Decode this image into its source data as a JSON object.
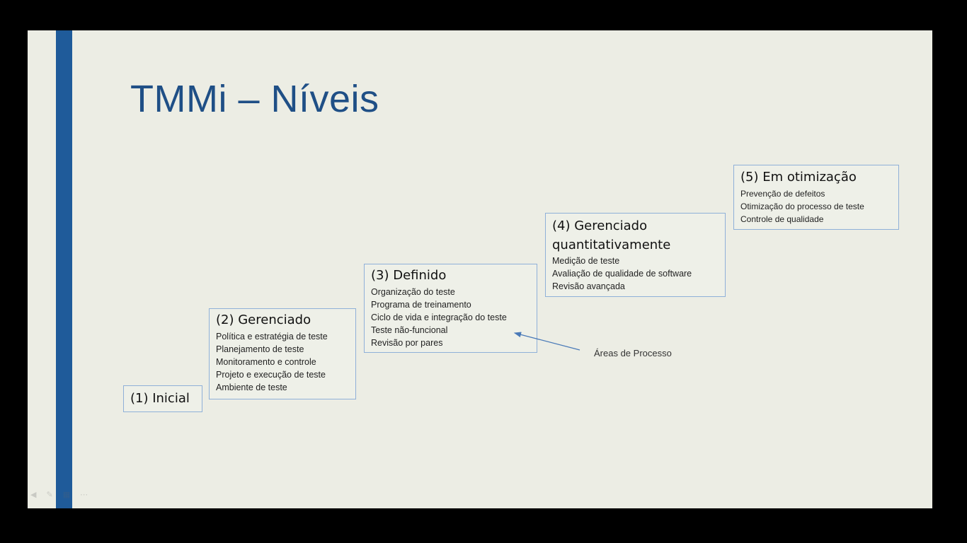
{
  "slide": {
    "title": "TMMi – Níveis",
    "accent_color": "#1f5b9a",
    "title_color": "#1f4f86",
    "box_border_color": "#8fb0d8"
  },
  "levels": [
    {
      "title": "(1) Inicial",
      "areas": []
    },
    {
      "title": "(2) Gerenciado",
      "areas": [
        "Política e estratégia de teste",
        "Planejamento de teste",
        "Monitoramento  e controle",
        "Projeto  e execução de teste",
        "Ambiente de teste"
      ]
    },
    {
      "title": "(3) Definido",
      "areas": [
        "Organização do teste",
        "Programa de treinamento",
        "Ciclo de vida e integração do teste",
        "Teste não-funcional",
        "Revisão por pares"
      ]
    },
    {
      "title": "(4) Gerenciado quantitativamente",
      "areas": [
        "Medição de teste",
        "Avaliação de qualidade de software",
        "Revisão avançada"
      ]
    },
    {
      "title": "(5) Em otimização",
      "areas": [
        "Prevenção de defeitos",
        "Otimização do processo de teste",
        "Controle de qualidade"
      ]
    }
  ],
  "annotation": {
    "label": "Áreas de Processo"
  },
  "footer_icons": [
    "previous-icon",
    "pen-icon",
    "slides-icon",
    "more-icon"
  ]
}
